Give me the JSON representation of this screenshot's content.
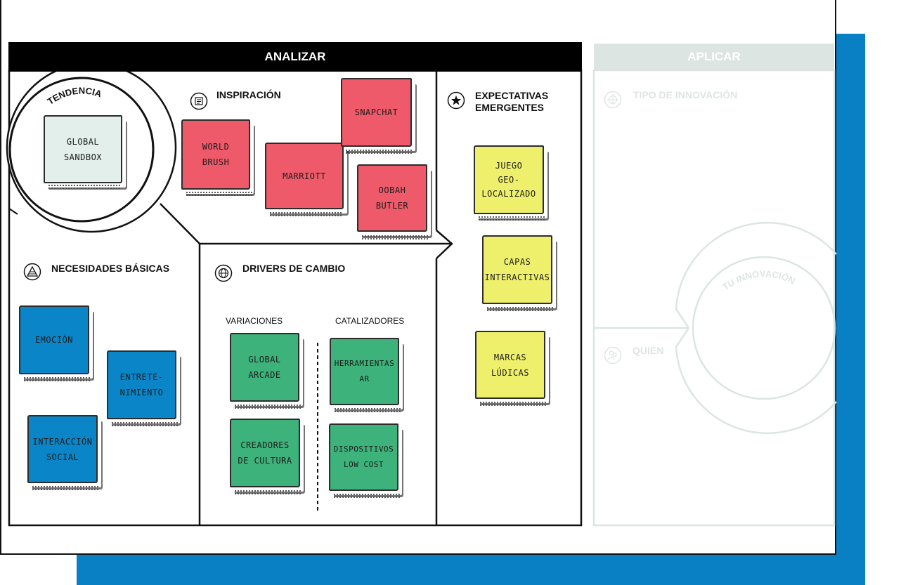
{
  "headers": {
    "analizar": "ANALIZAR",
    "aplicar": "APLICAR"
  },
  "sections": {
    "tendencia": "TENDENCIA",
    "inspiracion": "INSPIRACIÓN",
    "expectativas": "EXPECTATIVAS\nEMERGENTES",
    "necesidades": "NECESIDADES BÁSICAS",
    "drivers": "DRIVERS DE CAMBIO",
    "variaciones": "VARIACIONES",
    "catalizadores": "CATALIZADORES",
    "tipo_innovacion": "TIPO DE INNOVACIÓN",
    "quien": "QUIÉN",
    "tu_innovacion": "TU INNOVACIÓN"
  },
  "notes": {
    "tendencia": "GLOBAL\nSANDBOX",
    "inspiracion": [
      "WORLD\nBRUSH",
      "MARRIOTT",
      "SNAPCHAT",
      "OOBAH\nBUTLER"
    ],
    "expectativas": [
      "JUEGO\nGEO-\nLOCALIZADO",
      "CAPAS\nINTERACTIVAS",
      "MARCAS\nLÚDICAS"
    ],
    "necesidades": [
      "EMOCIÓN",
      "ENTRETE-\nNIMIENTO",
      "INTERACCIÓN\nSOCIAL"
    ],
    "variaciones": [
      "GLOBAL\nARCADE",
      "CREADORES\nDE CULTURA"
    ],
    "catalizadores": [
      "HERRAMIENTAS\nAR",
      "DISPOSITIVOS\nLOW COST"
    ]
  },
  "colors": {
    "inspiracion": "#ee5a6a",
    "expectativas": "#eef06c",
    "drivers": "#3db27a",
    "necesidades": "#0a86c8",
    "tendencia": "#e2efea",
    "aplicar": "#dde5e3",
    "frame_shadow": "#0a80c4"
  },
  "icons": {
    "inspiracion": "newspaper-icon",
    "expectativas": "star-icon",
    "necesidades": "pyramid-icon",
    "drivers": "globe-icon",
    "tipo_innovacion": "crosshair-icon",
    "quien": "people-icon"
  }
}
